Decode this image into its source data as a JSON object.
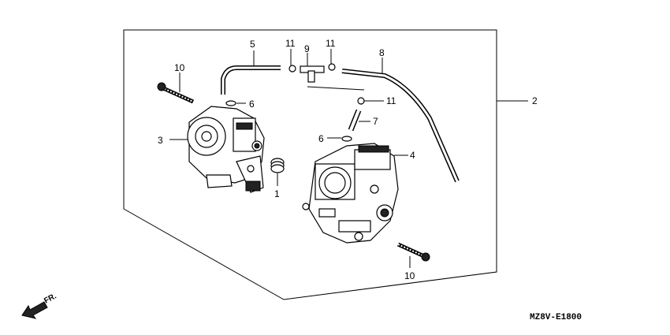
{
  "diagram": {
    "callouts": {
      "c1": "1",
      "c2": "2",
      "c3": "3",
      "c4": "4",
      "c5": "5",
      "c6a": "6",
      "c6b": "6",
      "c7": "7",
      "c8": "8",
      "c9": "9",
      "c10a": "10",
      "c10b": "10",
      "c11a": "11",
      "c11b": "11",
      "c11c": "11"
    },
    "front_indicator": "FR.",
    "drawing_code": "MZ8V-E1800"
  },
  "icons": {
    "front_arrow": "arrow-down-left-icon"
  }
}
